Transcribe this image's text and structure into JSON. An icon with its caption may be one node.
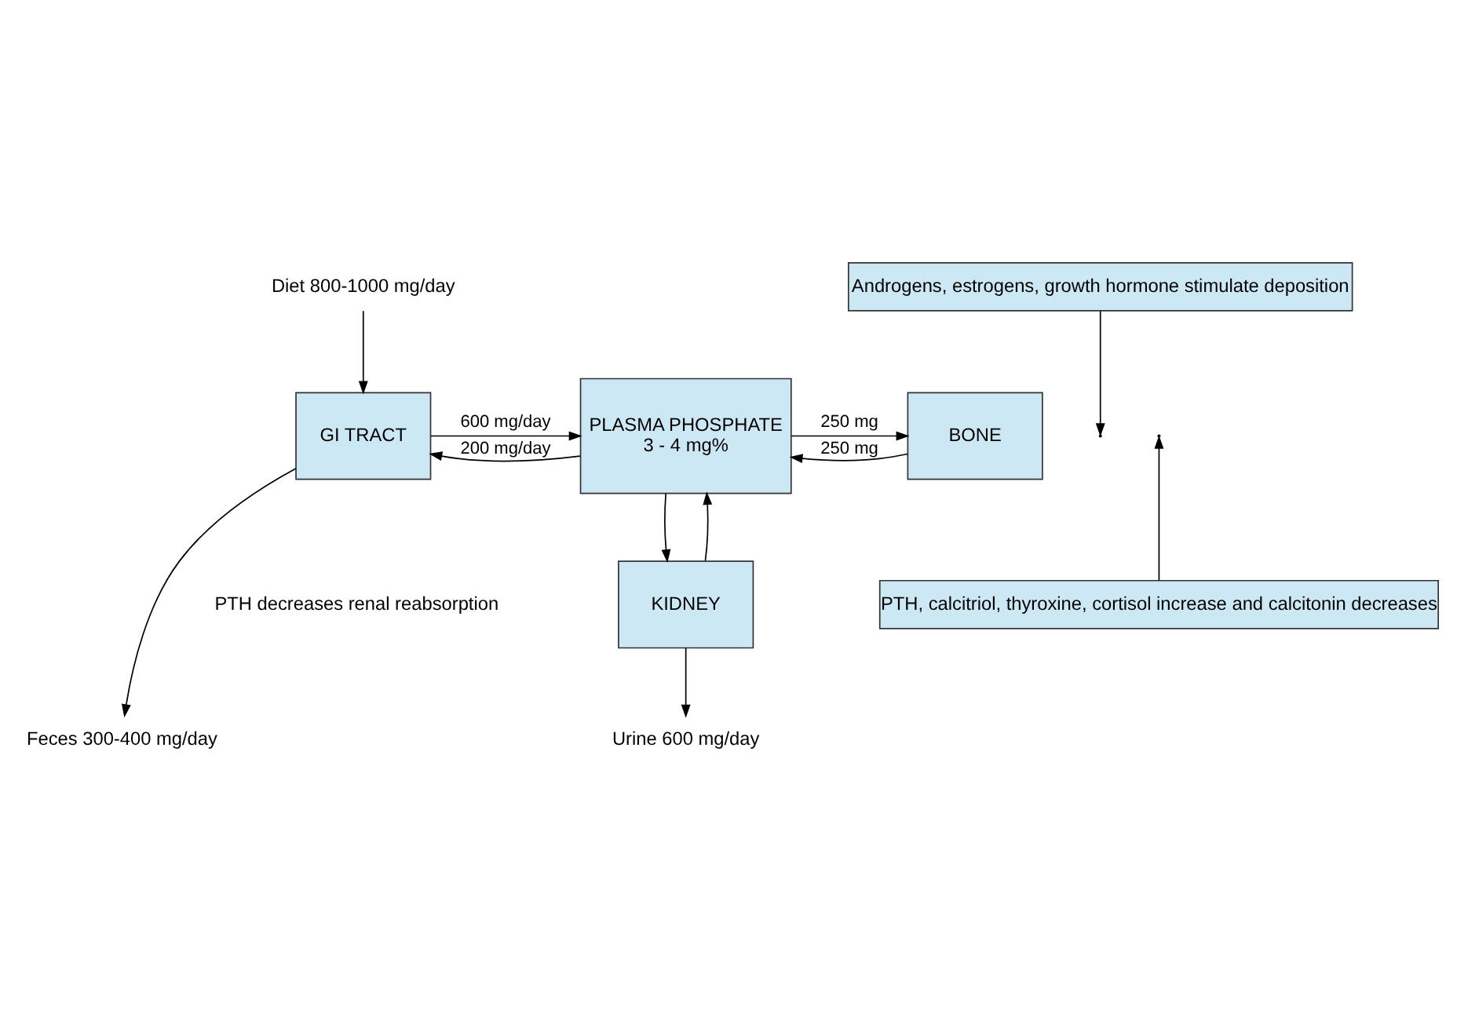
{
  "diagram": {
    "nodes": [
      {
        "text": [
          "Diet 800-1000 mg/day"
        ]
      },
      {
        "text": [
          "Androgens, estrogens, growth hormone stimulate deposition"
        ]
      },
      {
        "text": [
          "GI TRACT"
        ]
      },
      {
        "text": [
          "PLASMA PHOSPHATE",
          "3 - 4 mg%"
        ]
      },
      {
        "text": [
          "BONE"
        ]
      },
      {
        "text": [
          "KIDNEY"
        ]
      },
      {
        "text": [
          "PTH, calcitriol, thyroxine, cortisol increase and calcitonin decreases"
        ]
      },
      {
        "text": [
          "Feces 300-400 mg/day"
        ]
      },
      {
        "text": [
          "Urine 600 mg/day"
        ]
      }
    ],
    "edges": [
      {
        "from": 0,
        "to": 2,
        "arrow": "to"
      },
      {
        "from": 2,
        "to": 3,
        "arrow": "to",
        "label": "600 mg/day"
      },
      {
        "from": 3,
        "to": 2,
        "arrow": "to",
        "label": "200 mg/day"
      },
      {
        "from": 3,
        "to": 4,
        "arrow": "to",
        "label": "250 mg"
      },
      {
        "from": 4,
        "to": 3,
        "arrow": "to",
        "label": "250 mg"
      },
      {
        "from": 1,
        "to": null,
        "arrow": "to"
      },
      {
        "from": 6,
        "to": null,
        "arrow": "to"
      },
      {
        "from": 2,
        "to": 7,
        "arrow": "to"
      },
      {
        "from": 3,
        "to": 5,
        "arrow": "to"
      },
      {
        "from": 5,
        "to": 3,
        "arrow": "to"
      },
      {
        "from": 5,
        "to": 8,
        "arrow": "to"
      }
    ],
    "labels": [
      "PTH decreases renal reabsorption"
    ]
  }
}
